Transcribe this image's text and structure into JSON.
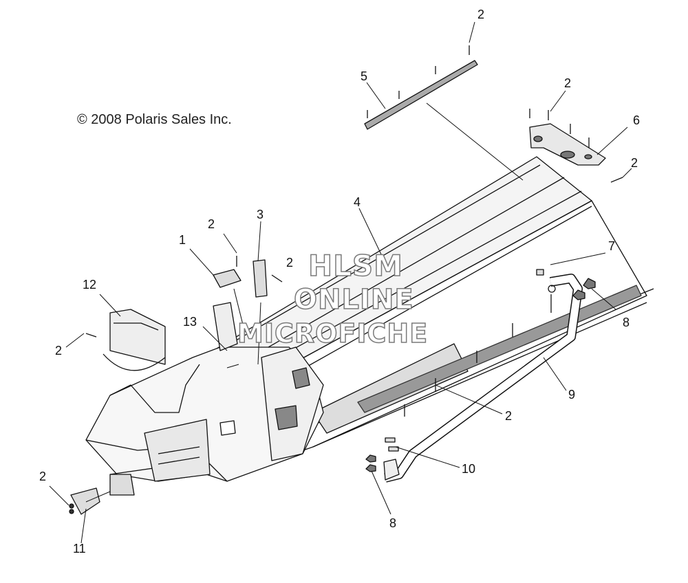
{
  "copyright": "© 2008 Polaris Sales Inc.",
  "watermark": [
    "HLSM",
    "ONLINE",
    "MICROFICHE"
  ],
  "callouts": [
    "2",
    "5",
    "2",
    "6",
    "2",
    "4",
    "3",
    "2",
    "1",
    "2",
    "7",
    "12",
    "8",
    "13",
    "2",
    "9",
    "2",
    "10",
    "2",
    "11",
    "8"
  ]
}
